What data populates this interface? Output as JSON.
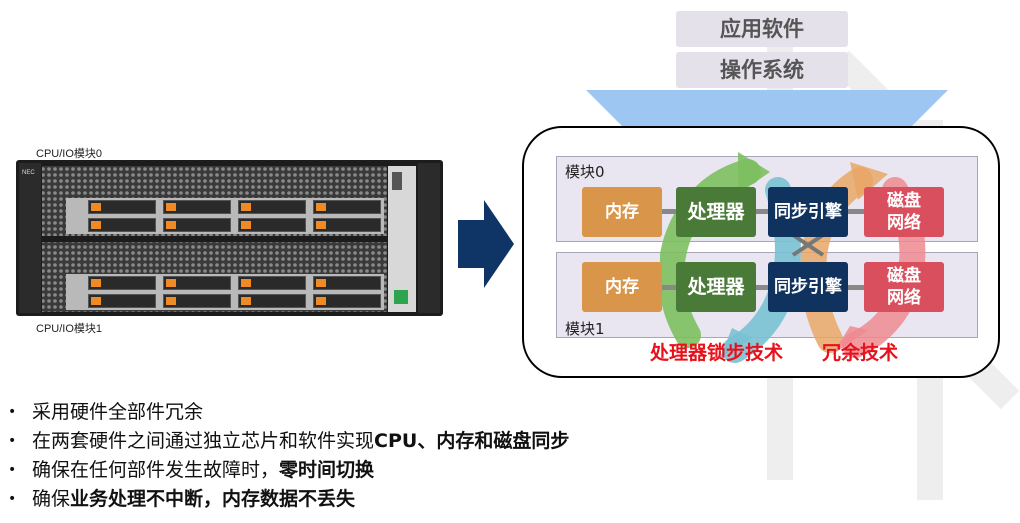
{
  "server": {
    "top_label": "CPU/IO模块0",
    "bottom_label": "CPU/IO模块1",
    "brand": "NEC"
  },
  "stack": {
    "app": "应用软件",
    "os": "操作系统"
  },
  "modules": [
    {
      "label": "模块0",
      "mem": "内存",
      "cpu": "处理器",
      "sync": "同步引擎",
      "disk_line1": "磁盘",
      "disk_line2": "网络"
    },
    {
      "label": "模块1",
      "mem": "内存",
      "cpu": "处理器",
      "sync": "同步引擎",
      "disk_line1": "磁盘",
      "disk_line2": "网络"
    }
  ],
  "tech": {
    "lockstep": "处理器锁步技术",
    "redundant": "冗余技术"
  },
  "bullets": [
    {
      "plain": "采用硬件全部件冗余",
      "bold": ""
    },
    {
      "plain": "在两套硬件之间通过独立芯片和软件实现",
      "bold": "CPU、内存和磁盘同步"
    },
    {
      "plain": "确保在任何部件发生故障时，",
      "bold": "零时间切换"
    },
    {
      "plain": "确保",
      "bold": "业务处理不中断，内存数据不丢失"
    }
  ],
  "colors": {
    "mem": "#d9954a",
    "cpu": "#4a7a37",
    "sync": "#10325e",
    "disk": "#d94f5e",
    "arrow": "#0f3566",
    "funnel": "#9ec6f2",
    "accent_red": "#e8111b"
  }
}
